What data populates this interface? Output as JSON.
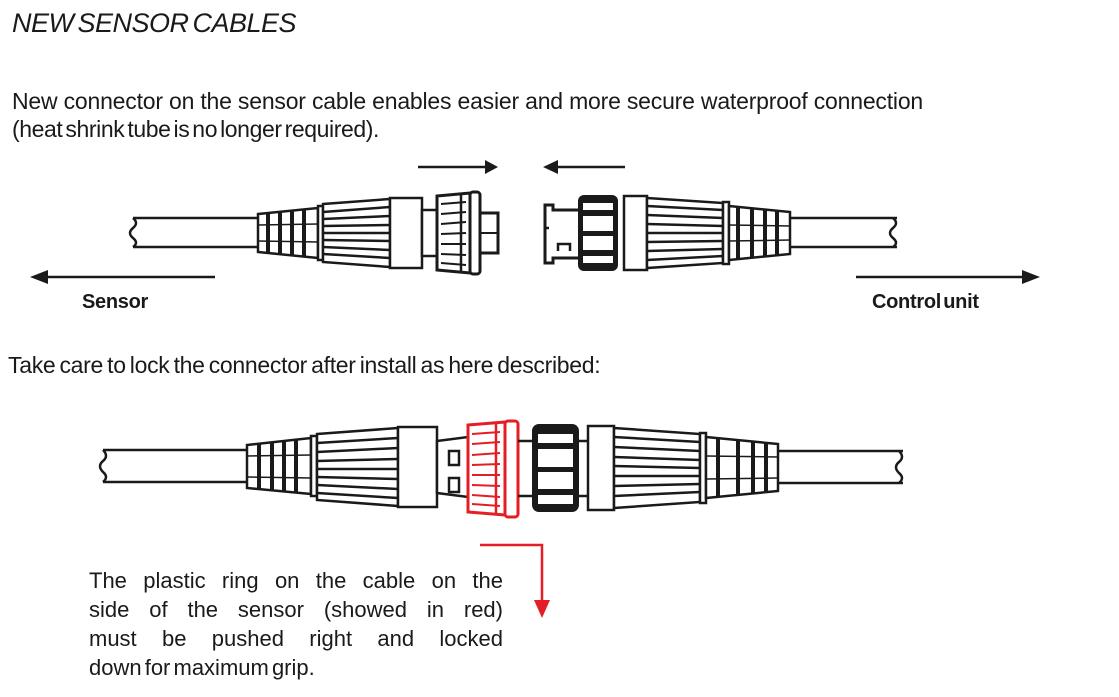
{
  "document": {
    "title": "NEW SENSOR CABLES",
    "intro_lines": [
      "New connector on the sensor cable enables easier and more secure waterproof connection",
      "(heat shrink tube is no longer required)."
    ],
    "diagram1": {
      "left_label": "Sensor",
      "right_label": "Control unit"
    },
    "lock_instruction": "Take care to  lock the connector after install as here described:",
    "note_lines": [
      "The plastic ring on the cable on the",
      "side of the sensor (showed in red)",
      "must be pushed right and locked",
      "down for maximum grip."
    ],
    "colors": {
      "ink": "#1a1a1a",
      "highlight": "#e41e26"
    }
  }
}
